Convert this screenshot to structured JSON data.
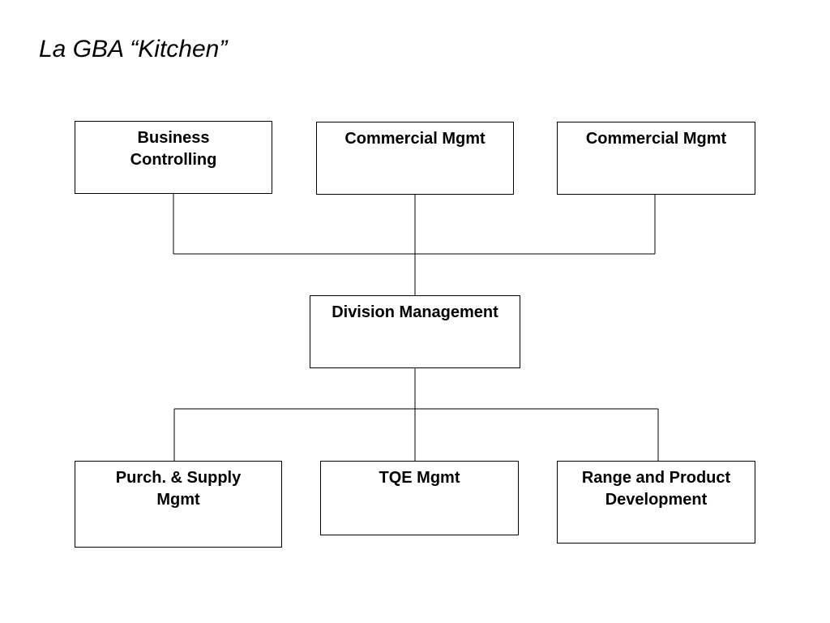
{
  "title": "La GBA “Kitchen”",
  "org_chart": {
    "top_row": [
      {
        "label": "Business\nControlling"
      },
      {
        "label": "Commercial Mgmt"
      },
      {
        "label": "Commercial Mgmt"
      }
    ],
    "center": {
      "label": "Division Management"
    },
    "bottom_row": [
      {
        "label": "Purch. & Supply\nMgmt"
      },
      {
        "label": "TQE Mgmt"
      },
      {
        "label": "Range and Product\nDevelopment"
      }
    ]
  }
}
